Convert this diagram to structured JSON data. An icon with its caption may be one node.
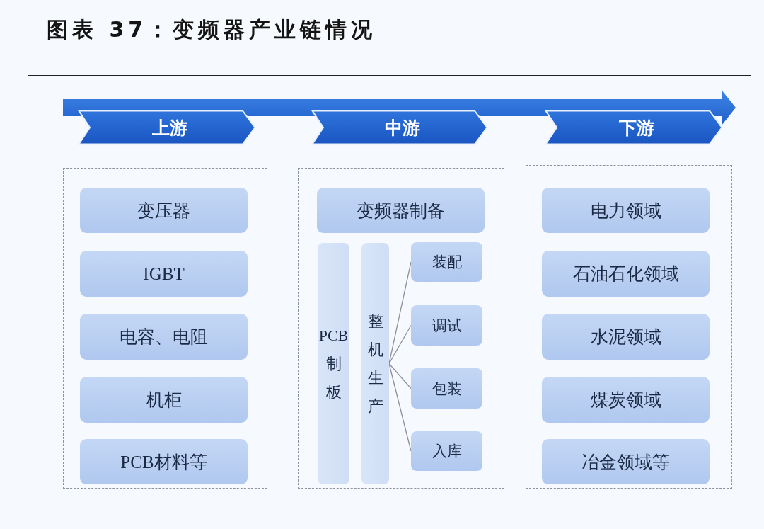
{
  "diagram": {
    "title": "图表 37：变频器产业链情况",
    "nodes": [
      {
        "text": [
          "上游"
        ]
      },
      {
        "text": [
          "中游"
        ]
      },
      {
        "text": [
          "下游"
        ]
      },
      {
        "text": [],
        "shape": "box"
      },
      {
        "text": [
          "变压器"
        ],
        "in": 3
      },
      {
        "text": [
          "IGBT"
        ],
        "in": 3
      },
      {
        "text": [
          "电容、电阻"
        ],
        "in": 3
      },
      {
        "text": [
          "机柜"
        ],
        "in": 3
      },
      {
        "text": [
          "PCB材料等"
        ],
        "in": 3
      },
      {
        "text": [],
        "shape": "box"
      },
      {
        "text": [
          "变频器制备"
        ],
        "in": 9
      },
      {
        "text": [
          "PCB制板"
        ],
        "in": 9
      },
      {
        "text": [
          "整机生产"
        ],
        "in": 9
      },
      {
        "text": [
          "装配"
        ],
        "in": 9
      },
      {
        "text": [
          "调试"
        ],
        "in": 9
      },
      {
        "text": [
          "包装"
        ],
        "in": 9
      },
      {
        "text": [
          "入库"
        ],
        "in": 9
      },
      {
        "text": [],
        "shape": "box"
      },
      {
        "text": [
          "电力领域"
        ],
        "in": 17
      },
      {
        "text": [
          "石油石化领域"
        ],
        "in": 17
      },
      {
        "text": [
          "水泥领域"
        ],
        "in": 17
      },
      {
        "text": [
          "煤炭领域"
        ],
        "in": 17
      },
      {
        "text": [
          "冶金领域等"
        ],
        "in": 17
      }
    ],
    "edges": [
      {
        "from": 12,
        "to": 13,
        "arrow": "none"
      },
      {
        "from": 12,
        "to": 14,
        "arrow": "none"
      },
      {
        "from": 12,
        "to": 15,
        "arrow": "none"
      },
      {
        "from": 12,
        "to": 16,
        "arrow": "none"
      }
    ]
  }
}
